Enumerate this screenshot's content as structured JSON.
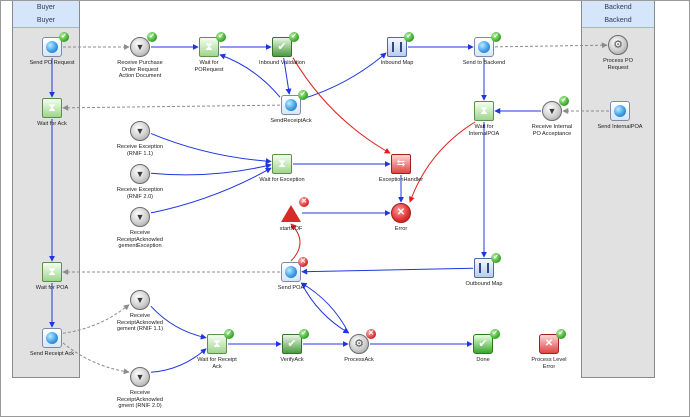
{
  "lanes": {
    "buyer": {
      "header": "Buyer",
      "subheader": "Buyer"
    },
    "backend": {
      "header": "Backend",
      "subheader": "Backend"
    }
  },
  "nodes": {
    "send_po_request": {
      "label": "Send PO Request",
      "kind": "send",
      "badge": "ok"
    },
    "wait_for_ack": {
      "label": "Wait for Ack",
      "kind": "wait",
      "badge": "none"
    },
    "wait_for_poa": {
      "label": "Wait for POA",
      "kind": "wait",
      "badge": "none"
    },
    "send_receipt_ack": {
      "label": "Send Receipt Ack",
      "kind": "send",
      "badge": "none"
    },
    "receive_po_request_action": {
      "label": "Receive Purchase\nOrder Request\nAction Document",
      "kind": "receive",
      "badge": "ok"
    },
    "wait_for_porequest": {
      "label": "Wait for\nPORequest",
      "kind": "wait",
      "badge": "ok"
    },
    "inbound_validation": {
      "label": "Inbound Validation",
      "kind": "validate",
      "badge": "ok"
    },
    "send_receipt_ack_mid": {
      "label": "SendReceiptAck",
      "kind": "send",
      "badge": "ok"
    },
    "inbound_map": {
      "label": "Inbound Map",
      "kind": "map",
      "badge": "ok"
    },
    "send_to_backend": {
      "label": "Send to Backend",
      "kind": "send",
      "badge": "ok"
    },
    "process_po_request": {
      "label": "Process PO\nRequest",
      "kind": "process",
      "badge": "none"
    },
    "receive_exception_11": {
      "label": "Receive Exception\n(RNIF 1.1)",
      "kind": "receive",
      "badge": "none"
    },
    "receive_exception_20": {
      "label": "Receive Exception\n(RNIF 2.0)",
      "kind": "receive",
      "badge": "none"
    },
    "receive_receipt_ack_exception": {
      "label": "Receive\nReceiptAcknowled\ngementException",
      "kind": "receive",
      "badge": "none"
    },
    "wait_for_exception": {
      "label": "Wait for Exception",
      "kind": "wait",
      "badge": "none"
    },
    "exception_handler": {
      "label": "ExceptionHandler",
      "kind": "handler",
      "badge": "none"
    },
    "error": {
      "label": "Error",
      "kind": "error",
      "badge": "none"
    },
    "start_nof": {
      "label": "startNOF",
      "kind": "warning",
      "badge": "err"
    },
    "wait_for_internalpoa": {
      "label": "Wait for\nInternalPOA",
      "kind": "wait",
      "badge": "none"
    },
    "receive_internal_poa_acceptance": {
      "label": "Receive Internal\nPO Acceptance",
      "kind": "receive",
      "badge": "ok"
    },
    "send_internalpoa": {
      "label": "Send InternalPOA",
      "kind": "send",
      "badge": "none"
    },
    "send_poa": {
      "label": "Send POA",
      "kind": "send",
      "badge": "err"
    },
    "outbound_map": {
      "label": "Outbound Map",
      "kind": "map",
      "badge": "ok"
    },
    "receive_receipt_ack_11": {
      "label": "Receive\nReceiptAcknowled\ngement (RNIF 1.1)",
      "kind": "receive",
      "badge": "none"
    },
    "receive_receipt_ack_20": {
      "label": "Receive\nReceiptAcknowled\ngment (RNIF 2.0)",
      "kind": "receive",
      "badge": "none"
    },
    "wait_for_receipt_ack": {
      "label": "Wait for Receipt\nAck",
      "kind": "wait",
      "badge": "ok"
    },
    "verify_ack": {
      "label": "VerifyAck",
      "kind": "validate",
      "badge": "ok"
    },
    "process_ack": {
      "label": "ProcessAck",
      "kind": "process",
      "badge": "err"
    },
    "done": {
      "label": "Done",
      "kind": "done",
      "badge": "ok"
    },
    "process_level_error": {
      "label": "Process Level\nError",
      "kind": "level-error",
      "badge": "ok"
    }
  },
  "edges": [
    {
      "from": "send_po_request",
      "to": "receive_po_request_action",
      "style": "dashed"
    },
    {
      "from": "receive_po_request_action",
      "to": "wait_for_porequest",
      "style": "solid"
    },
    {
      "from": "wait_for_porequest",
      "to": "inbound_validation",
      "style": "solid"
    },
    {
      "from": "inbound_validation",
      "to": "send_receipt_ack_mid",
      "style": "solid"
    },
    {
      "from": "send_receipt_ack_mid",
      "to": "inbound_map",
      "style": "solid"
    },
    {
      "from": "send_receipt_ack_mid",
      "to": "wait_for_porequest",
      "style": "solid"
    },
    {
      "from": "send_receipt_ack_mid",
      "to": "wait_for_ack",
      "style": "dashed"
    },
    {
      "from": "inbound_map",
      "to": "send_to_backend",
      "style": "solid"
    },
    {
      "from": "send_to_backend",
      "to": "process_po_request",
      "style": "dashed"
    },
    {
      "from": "send_to_backend",
      "to": "wait_for_internalpoa",
      "style": "solid"
    },
    {
      "from": "inbound_validation",
      "to": "exception_handler",
      "style": "error"
    },
    {
      "from": "wait_for_internalpoa",
      "to": "error",
      "style": "error"
    },
    {
      "from": "send_internalpoa",
      "to": "receive_internal_poa_acceptance",
      "style": "dashed"
    },
    {
      "from": "receive_internal_poa_acceptance",
      "to": "wait_for_internalpoa",
      "style": "solid"
    },
    {
      "from": "receive_exception_11",
      "to": "wait_for_exception",
      "style": "solid"
    },
    {
      "from": "receive_exception_20",
      "to": "wait_for_exception",
      "style": "solid"
    },
    {
      "from": "receive_receipt_ack_exception",
      "to": "wait_for_exception",
      "style": "solid"
    },
    {
      "from": "wait_for_exception",
      "to": "exception_handler",
      "style": "solid"
    },
    {
      "from": "exception_handler",
      "to": "error",
      "style": "solid"
    },
    {
      "from": "start_nof",
      "to": "error",
      "style": "solid"
    },
    {
      "from": "send_poa",
      "to": "start_nof",
      "style": "error"
    },
    {
      "from": "wait_for_internalpoa",
      "to": "outbound_map",
      "style": "solid"
    },
    {
      "from": "outbound_map",
      "to": "send_poa",
      "style": "solid"
    },
    {
      "from": "send_poa",
      "to": "wait_for_poa",
      "style": "dashed"
    },
    {
      "from": "send_poa",
      "to": "process_ack",
      "style": "solid"
    },
    {
      "from": "process_ack",
      "to": "send_poa",
      "style": "solid"
    },
    {
      "from": "send_receipt_ack",
      "to": "receive_receipt_ack_11",
      "style": "dashed"
    },
    {
      "from": "send_receipt_ack",
      "to": "receive_receipt_ack_20",
      "style": "dashed"
    },
    {
      "from": "receive_receipt_ack_11",
      "to": "wait_for_receipt_ack",
      "style": "solid"
    },
    {
      "from": "receive_receipt_ack_20",
      "to": "wait_for_receipt_ack",
      "style": "solid"
    },
    {
      "from": "wait_for_receipt_ack",
      "to": "verify_ack",
      "style": "solid"
    },
    {
      "from": "verify_ack",
      "to": "process_ack",
      "style": "solid"
    },
    {
      "from": "process_ack",
      "to": "done",
      "style": "solid"
    },
    {
      "from": "send_po_request",
      "to": "wait_for_ack",
      "style": "solid"
    },
    {
      "from": "wait_for_ack",
      "to": "wait_for_poa",
      "style": "solid"
    },
    {
      "from": "wait_for_poa",
      "to": "send_receipt_ack",
      "style": "solid"
    }
  ],
  "colors": {
    "flow": "#1f35e0",
    "error_flow": "#e02020",
    "message_flow": "#8c8c8c",
    "lane_fill": "#e1e1e1",
    "lane_header": "#d6e6fa"
  }
}
